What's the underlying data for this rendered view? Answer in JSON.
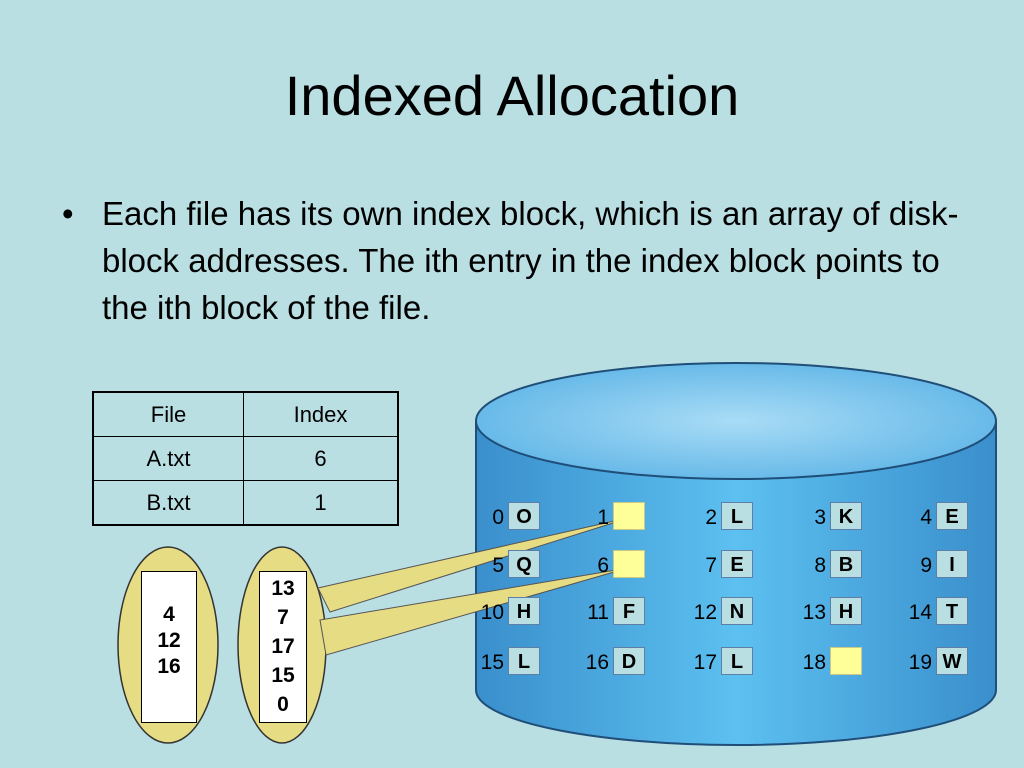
{
  "slide": {
    "title": "Indexed Allocation",
    "bullet_symbol": "•",
    "bullet": "Each file has its own index block, which is an array of disk-block addresses. The ith entry in the index block points to the ith block of the file."
  },
  "file_table": {
    "headers": [
      "File",
      "Index"
    ],
    "rows": [
      [
        "A.txt",
        "6"
      ],
      [
        "B.txt",
        "1"
      ]
    ]
  },
  "index_blocks": [
    {
      "entries": [
        "4",
        "12",
        "16"
      ]
    },
    {
      "entries": [
        "13",
        "7",
        "17",
        "15",
        "0"
      ]
    }
  ],
  "disk_blocks": [
    {
      "n": "0",
      "letter": "O"
    },
    {
      "n": "1",
      "letter": ""
    },
    {
      "n": "2",
      "letter": "L"
    },
    {
      "n": "3",
      "letter": "K"
    },
    {
      "n": "4",
      "letter": "E"
    },
    {
      "n": "5",
      "letter": "Q"
    },
    {
      "n": "6",
      "letter": ""
    },
    {
      "n": "7",
      "letter": "E"
    },
    {
      "n": "8",
      "letter": "B"
    },
    {
      "n": "9",
      "letter": "I"
    },
    {
      "n": "10",
      "letter": "H"
    },
    {
      "n": "11",
      "letter": "F"
    },
    {
      "n": "12",
      "letter": "N"
    },
    {
      "n": "13",
      "letter": "H"
    },
    {
      "n": "14",
      "letter": "T"
    },
    {
      "n": "15",
      "letter": "L"
    },
    {
      "n": "16",
      "letter": "D"
    },
    {
      "n": "17",
      "letter": "L"
    },
    {
      "n": "18",
      "letter": ""
    },
    {
      "n": "19",
      "letter": "W"
    }
  ],
  "colors": {
    "background": "#b9dfe3",
    "disk_body": "#4aa3d9",
    "disk_top": "#79c5ee",
    "callout": "#e6dc84",
    "index_block_highlight": "#ffff99"
  }
}
